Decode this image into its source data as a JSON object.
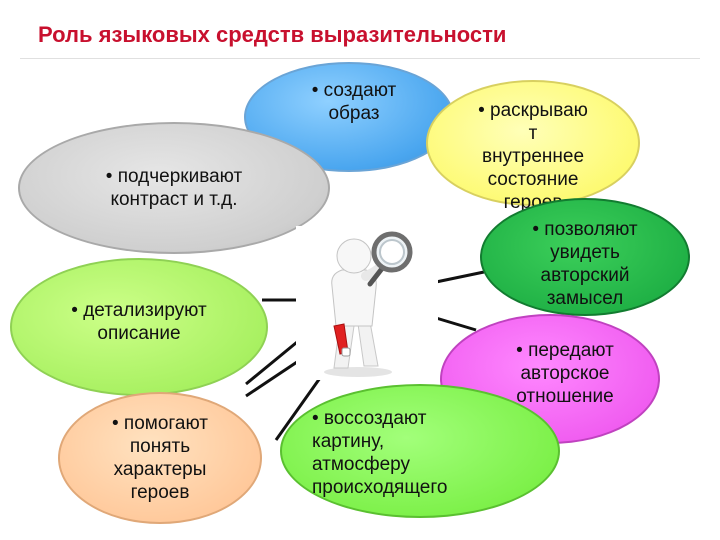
{
  "title": "Роль языковых средств выразительности",
  "bubbles": {
    "create_image": "• создают\nобраз",
    "reveal_state": "• раскрываю\nт\nвнутреннее\nсостояние\nгероев",
    "emphasize_contrast": "• подчеркивают\nконтраст и т.д.",
    "show_intent": "• позволяют\nувидеть\nавторский\nзамысел",
    "detail_description": "• детализируют\nописание",
    "convey_attitude": "• передают\nавторское\nотношение",
    "understand_characters": "• помогают\nпонять\nхарактеры\nгероев",
    "recreate_picture": "• воссоздают\nкартину,\nатмосферу\nпроисходящего"
  },
  "colors": {
    "title": "#c8102e",
    "blue": "#4aa6ef",
    "gray": "#cfcfcf",
    "lime": "#a7f060",
    "orange": "#ffc89a",
    "yellow": "#fdfa70",
    "dark_green": "#1fb045",
    "pink": "#f05cf0",
    "green": "#7cf048"
  },
  "icons": {
    "central_figure": "person-with-magnifier-icon"
  }
}
